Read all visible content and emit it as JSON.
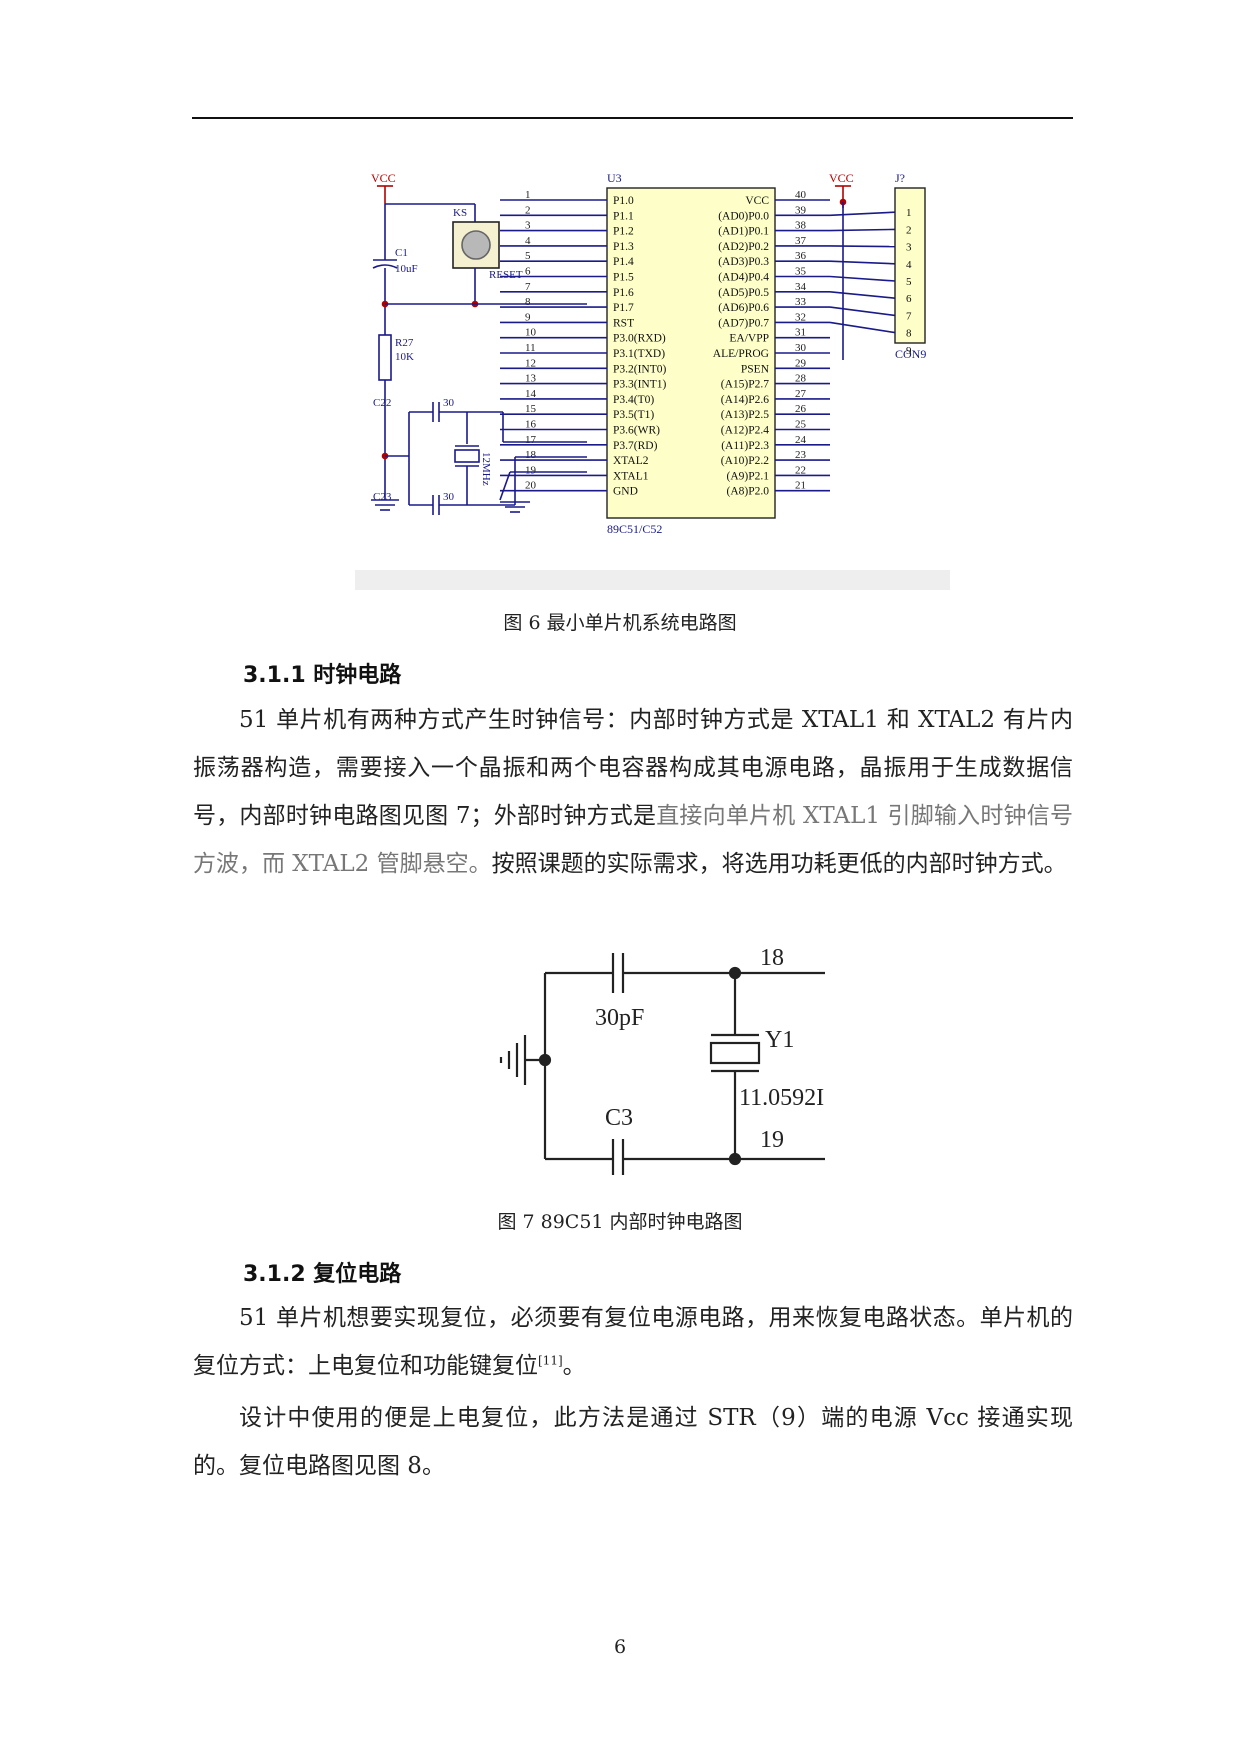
{
  "figure6": {
    "caption": "图 6  最小单片机系统电路图",
    "chip_ref": "U3",
    "chip_model": "89C51/C52",
    "vcc_label": "VCC",
    "connector_ref": "J?",
    "connector_name": "CON9",
    "switch_ref": "KS",
    "reset_label": "RESET",
    "c1_ref": "C1",
    "c1_value": "10uF",
    "r27_ref": "R27",
    "r27_value": "10K",
    "c22_ref": "C22",
    "c22_value": "30",
    "c23_ref": "C23",
    "c23_value": "30",
    "crystal_value": "12MHz",
    "left_pins": [
      {
        "num": "1",
        "name": "P1.0"
      },
      {
        "num": "2",
        "name": "P1.1"
      },
      {
        "num": "3",
        "name": "P1.2"
      },
      {
        "num": "4",
        "name": "P1.3"
      },
      {
        "num": "5",
        "name": "P1.4"
      },
      {
        "num": "6",
        "name": "P1.5"
      },
      {
        "num": "7",
        "name": "P1.6"
      },
      {
        "num": "8",
        "name": "P1.7"
      },
      {
        "num": "9",
        "name": "RST"
      },
      {
        "num": "10",
        "name": "P3.0(RXD)"
      },
      {
        "num": "11",
        "name": "P3.1(TXD)"
      },
      {
        "num": "12",
        "name": "P3.2(INT0)"
      },
      {
        "num": "13",
        "name": "P3.3(INT1)"
      },
      {
        "num": "14",
        "name": "P3.4(T0)"
      },
      {
        "num": "15",
        "name": "P3.5(T1)"
      },
      {
        "num": "16",
        "name": "P3.6(WR)"
      },
      {
        "num": "17",
        "name": "P3.7(RD)"
      },
      {
        "num": "18",
        "name": "XTAL2"
      },
      {
        "num": "19",
        "name": "XTAL1"
      },
      {
        "num": "20",
        "name": "GND"
      }
    ],
    "right_pins": [
      {
        "num": "40",
        "name": "VCC"
      },
      {
        "num": "39",
        "name": "(AD0)P0.0"
      },
      {
        "num": "38",
        "name": "(AD1)P0.1"
      },
      {
        "num": "37",
        "name": "(AD2)P0.2"
      },
      {
        "num": "36",
        "name": "(AD3)P0.3"
      },
      {
        "num": "35",
        "name": "(AD4)P0.4"
      },
      {
        "num": "34",
        "name": "(AD5)P0.5"
      },
      {
        "num": "33",
        "name": "(AD6)P0.6"
      },
      {
        "num": "32",
        "name": "(AD7)P0.7"
      },
      {
        "num": "31",
        "name": "EA/VPP"
      },
      {
        "num": "30",
        "name": "ALE/PROG"
      },
      {
        "num": "29",
        "name": "PSEN"
      },
      {
        "num": "28",
        "name": "(A15)P2.7"
      },
      {
        "num": "27",
        "name": "(A14)P2.6"
      },
      {
        "num": "26",
        "name": "(A13)P2.5"
      },
      {
        "num": "25",
        "name": "(A12)P2.4"
      },
      {
        "num": "24",
        "name": "(A11)P2.3"
      },
      {
        "num": "23",
        "name": "(A10)P2.2"
      },
      {
        "num": "22",
        "name": "(A9)P2.1"
      },
      {
        "num": "21",
        "name": "(A8)P2.0"
      }
    ],
    "connector_pins": [
      "1",
      "2",
      "3",
      "4",
      "5",
      "6",
      "7",
      "8",
      "9"
    ]
  },
  "section_311": {
    "heading": "3.1.1 时钟电路",
    "para_a": "51 单片机有两种方式产生时钟信号：内部时钟方式是 XTAL1 和 XTAL2 有片内振荡器构造，需要接入一个晶振和两个电容器构成其电源电路，晶振用于生成数据信号，内部时钟电路图见图 7；外部时钟方式是",
    "para_b": "直接向单片机 XTAL1 引脚输入时钟信号方波，而 XTAL2 管脚悬空。",
    "para_c": "按照课题的实际需求，将选用功耗更低的内部时钟方式。"
  },
  "figure7": {
    "caption": "图 7  89C51 内部时钟电路图",
    "pin_top": "18",
    "pin_bottom": "19",
    "cap_top_value": "30pF",
    "cap_bottom_ref": "C3",
    "crystal_ref": "Y1",
    "crystal_value": "11.0592I"
  },
  "section_312": {
    "heading": "3.1.2 复位电路",
    "para1_a": "51 单片机想要实现复位，必须要有复位电源电路，用来恢复电路状态。单片机的复位方式：上电复位和功能键复位",
    "para1_cite": "[11]",
    "para1_b": "。",
    "para2": "设计中使用的便是上电复位，此方法是通过 STR（9）端的电源 Vcc 接通实现的。复位电路图见图 8。"
  },
  "page_number": "6"
}
